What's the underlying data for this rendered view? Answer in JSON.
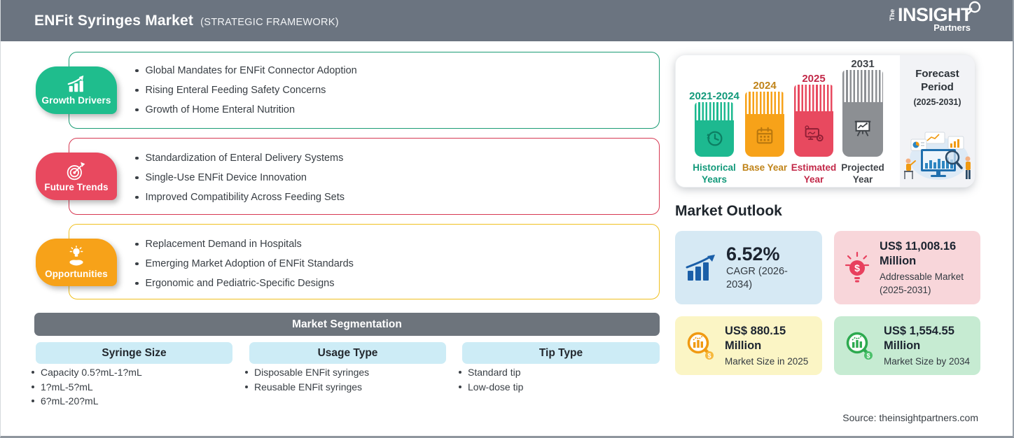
{
  "header": {
    "title": "ENFit Syringes Market",
    "subtitle": "(STRATEGIC FRAMEWORK)",
    "logo_the": "The",
    "logo_insight": "INSIGHT",
    "logo_partners": "Partners",
    "bg_color": "#6b7480"
  },
  "sections": [
    {
      "label": "Growth Drivers",
      "accent": "#1fbd8d",
      "border": "#1a9c74",
      "items": [
        "Global Mandates for ENFit Connector Adoption",
        "Rising Enteral Feeding Safety Concerns",
        "Growth of Home Enteral Nutrition"
      ]
    },
    {
      "label": "Future Trends",
      "accent": "#e8495f",
      "border": "#d63852",
      "items": [
        "Standardization of Enteral Delivery Systems",
        "Single-Use ENFit Device Innovation",
        "Improved Compatibility Across Feeding Sets"
      ]
    },
    {
      "label": "Opportunities",
      "accent": "#f7a219",
      "border": "#f0c020",
      "items": [
        "Replacement Demand in Hospitals",
        "Emerging Market Adoption of ENFit Standards",
        "Ergonomic and Pediatric-Specific Designs"
      ]
    }
  ],
  "segmentation": {
    "title": "Market Segmentation",
    "header_bg": "#cdecf6",
    "bar_bg": "#6d747c",
    "columns": [
      {
        "header": "Syringe Size",
        "items": [
          "Capacity 0.5?mL-1?mL",
          "1?mL-5?mL",
          "6?mL-20?mL"
        ]
      },
      {
        "header": "Usage Type",
        "items": [
          "Disposable ENFit syringes",
          "Reusable ENFit syringes"
        ]
      },
      {
        "header": "Tip Type",
        "items": [
          "Standard tip",
          "Low-dose tip"
        ]
      }
    ]
  },
  "forecast": {
    "bars": [
      {
        "year": "2021-2024",
        "label": "Historical Years",
        "color": "#1db990",
        "icon": "history-clock-icon"
      },
      {
        "year": "2024",
        "label": "Base Year",
        "color": "#f7a219",
        "icon": "calendar-icon"
      },
      {
        "year": "2025",
        "label": "Estimated Year",
        "color": "#e8495f",
        "icon": "monitor-gear-icon"
      },
      {
        "year": "2031",
        "label": "Projected Year",
        "color": "#8c8f93",
        "icon": "presentation-chart-icon"
      }
    ],
    "period_title": "Forecast Period",
    "period_range": "(2025-2031)"
  },
  "outlook": {
    "title": "Market Outlook",
    "cards": [
      {
        "value": "6.52%",
        "label": "CAGR (2026-2034)",
        "bg": "#d6e9f4",
        "icon": "growth-arrow-chart-icon"
      },
      {
        "value": "US$ 11,008.16 Million",
        "label": "Addressable Market (2025-2031)",
        "bg": "#f8d6da",
        "icon": "bulb-dollar-icon"
      },
      {
        "value": "US$ 880.15 Million",
        "label": "Market Size in 2025",
        "bg": "#fbf5c5",
        "icon": "magnifier-chart-icon"
      },
      {
        "value": "US$ 1,554.55 Million",
        "label": "Market Size by 2034",
        "bg": "#c6ebd2",
        "icon": "magnifier-chart-icon"
      }
    ]
  },
  "source": "Source: theinsightpartners.com"
}
